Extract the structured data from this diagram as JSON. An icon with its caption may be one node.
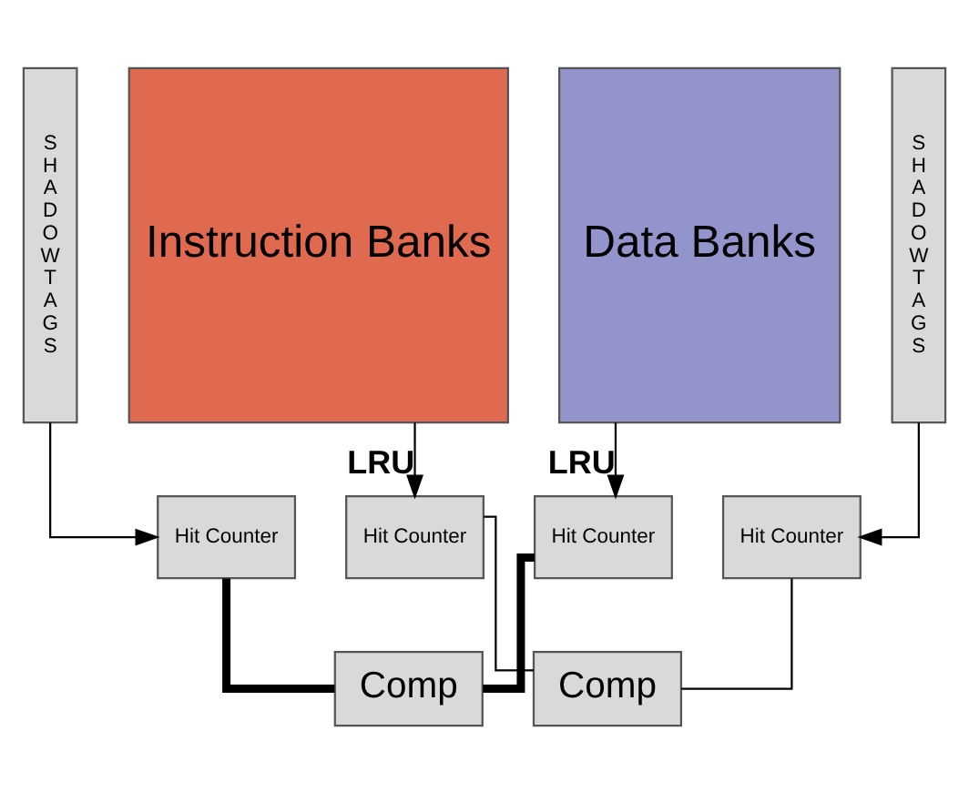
{
  "diagram": {
    "nodes": [
      {
        "text": [
          "S H A D O W T A G S"
        ]
      },
      {
        "text": [
          "Instruction Banks"
        ]
      },
      {
        "text": [
          "Data Banks"
        ]
      },
      {
        "text": [
          "S H A D O W T A G S"
        ]
      },
      {
        "text": [
          "Hit Counter"
        ]
      },
      {
        "text": [
          "Hit Counter"
        ]
      },
      {
        "text": [
          "Hit Counter"
        ]
      },
      {
        "text": [
          "Hit Counter"
        ]
      },
      {
        "text": [
          "Comp"
        ]
      },
      {
        "text": [
          "Comp"
        ]
      }
    ],
    "edges": [
      {
        "from": 0,
        "to": 4,
        "arrow": "to"
      },
      {
        "from": 1,
        "to": 5,
        "arrow": "to",
        "label": "LRU"
      },
      {
        "from": 2,
        "to": 6,
        "arrow": "to",
        "label": "LRU"
      },
      {
        "from": 3,
        "to": 7,
        "arrow": "to"
      },
      {
        "from": 4,
        "to": 8,
        "arrow": "none",
        "style": "thick"
      },
      {
        "from": 6,
        "to": 8,
        "arrow": "none",
        "style": "thick"
      },
      {
        "from": 5,
        "to": 9,
        "arrow": "none"
      },
      {
        "from": 7,
        "to": 9,
        "arrow": "none"
      }
    ]
  }
}
